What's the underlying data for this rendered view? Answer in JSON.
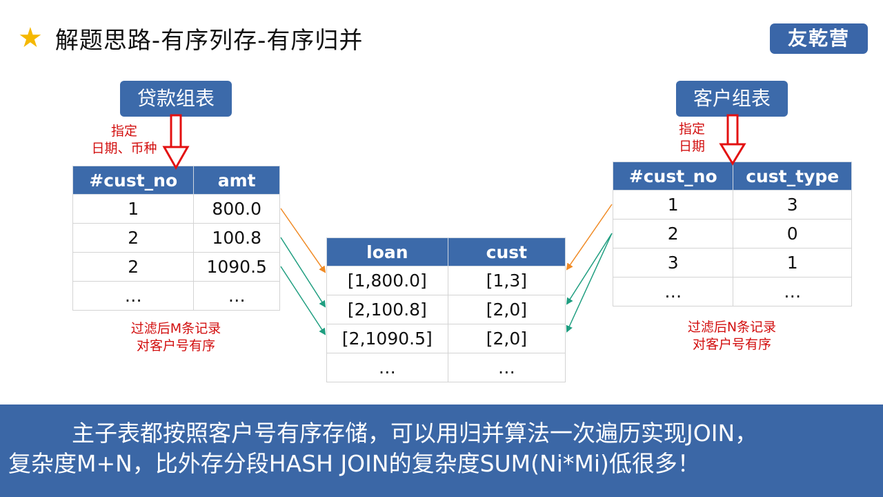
{
  "header": {
    "title": "解题思路-有序列存-有序归并",
    "logo_text": "友乾营",
    "star_icon": "star-icon"
  },
  "loan_table": {
    "tag": "贷款组表",
    "note_lines": [
      "指定",
      "日期、币种"
    ],
    "columns": [
      "#cust_no",
      "amt"
    ],
    "rows": [
      [
        "1",
        "800.0"
      ],
      [
        "2",
        "100.8"
      ],
      [
        "2",
        "1090.5"
      ],
      [
        "…",
        "…"
      ]
    ],
    "footer_lines": [
      "过滤后M条记录",
      "对客户号有序"
    ]
  },
  "cust_table": {
    "tag": "客户组表",
    "note_lines": [
      "指定",
      "日期"
    ],
    "columns": [
      "#cust_no",
      "cust_type"
    ],
    "rows": [
      [
        "1",
        "3"
      ],
      [
        "2",
        "0"
      ],
      [
        "3",
        "1"
      ],
      [
        "…",
        "…"
      ]
    ],
    "footer_lines": [
      "过滤后N条记录",
      "对客户号有序"
    ]
  },
  "result_table": {
    "columns": [
      "loan",
      "cust"
    ],
    "rows": [
      [
        "[1,800.0]",
        "[1,3]"
      ],
      [
        "[2,100.8]",
        "[2,0]"
      ],
      [
        "[2,1090.5]",
        "[2,0]"
      ],
      [
        "…",
        "…"
      ]
    ]
  },
  "footer": {
    "line1": "主子表都按照客户号有序存储，可以用归并算法一次遍历实现JOIN，",
    "line2": "复杂度M+N，比外存分段HASH  JOIN的复杂度SUM(Ni*Mi)低很多！"
  },
  "colors": {
    "accent_blue": "#3c6aaa",
    "note_red": "#d20f0f",
    "arrow_orange": "#f08a24",
    "arrow_green": "#1f9e80",
    "star": "#f5b800"
  }
}
